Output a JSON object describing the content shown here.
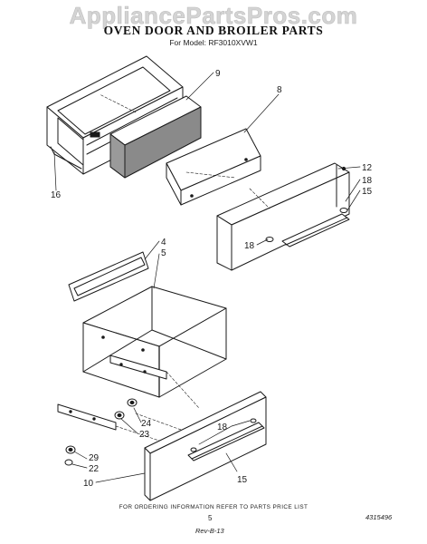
{
  "header": {
    "watermark": "AppliancePartsPros.com",
    "title": "OVEN DOOR AND BROILER PARTS",
    "subtitle": "For Model: RF3010XVW1"
  },
  "callouts": {
    "c9": "9",
    "c8": "8",
    "c16": "16",
    "c12": "12",
    "c18a": "18",
    "c15a": "15",
    "c18b": "18",
    "c4": "4",
    "c5": "5",
    "c24": "24",
    "c23": "23",
    "c18c": "18",
    "c29": "29",
    "c22": "22",
    "c10": "10",
    "c15b": "15"
  },
  "footer": {
    "note": "FOR ORDERING INFORMATION REFER TO PARTS PRICE LIST",
    "page_number": "5",
    "part_number": "4315496",
    "rev_mark": "Rev-B-13"
  }
}
